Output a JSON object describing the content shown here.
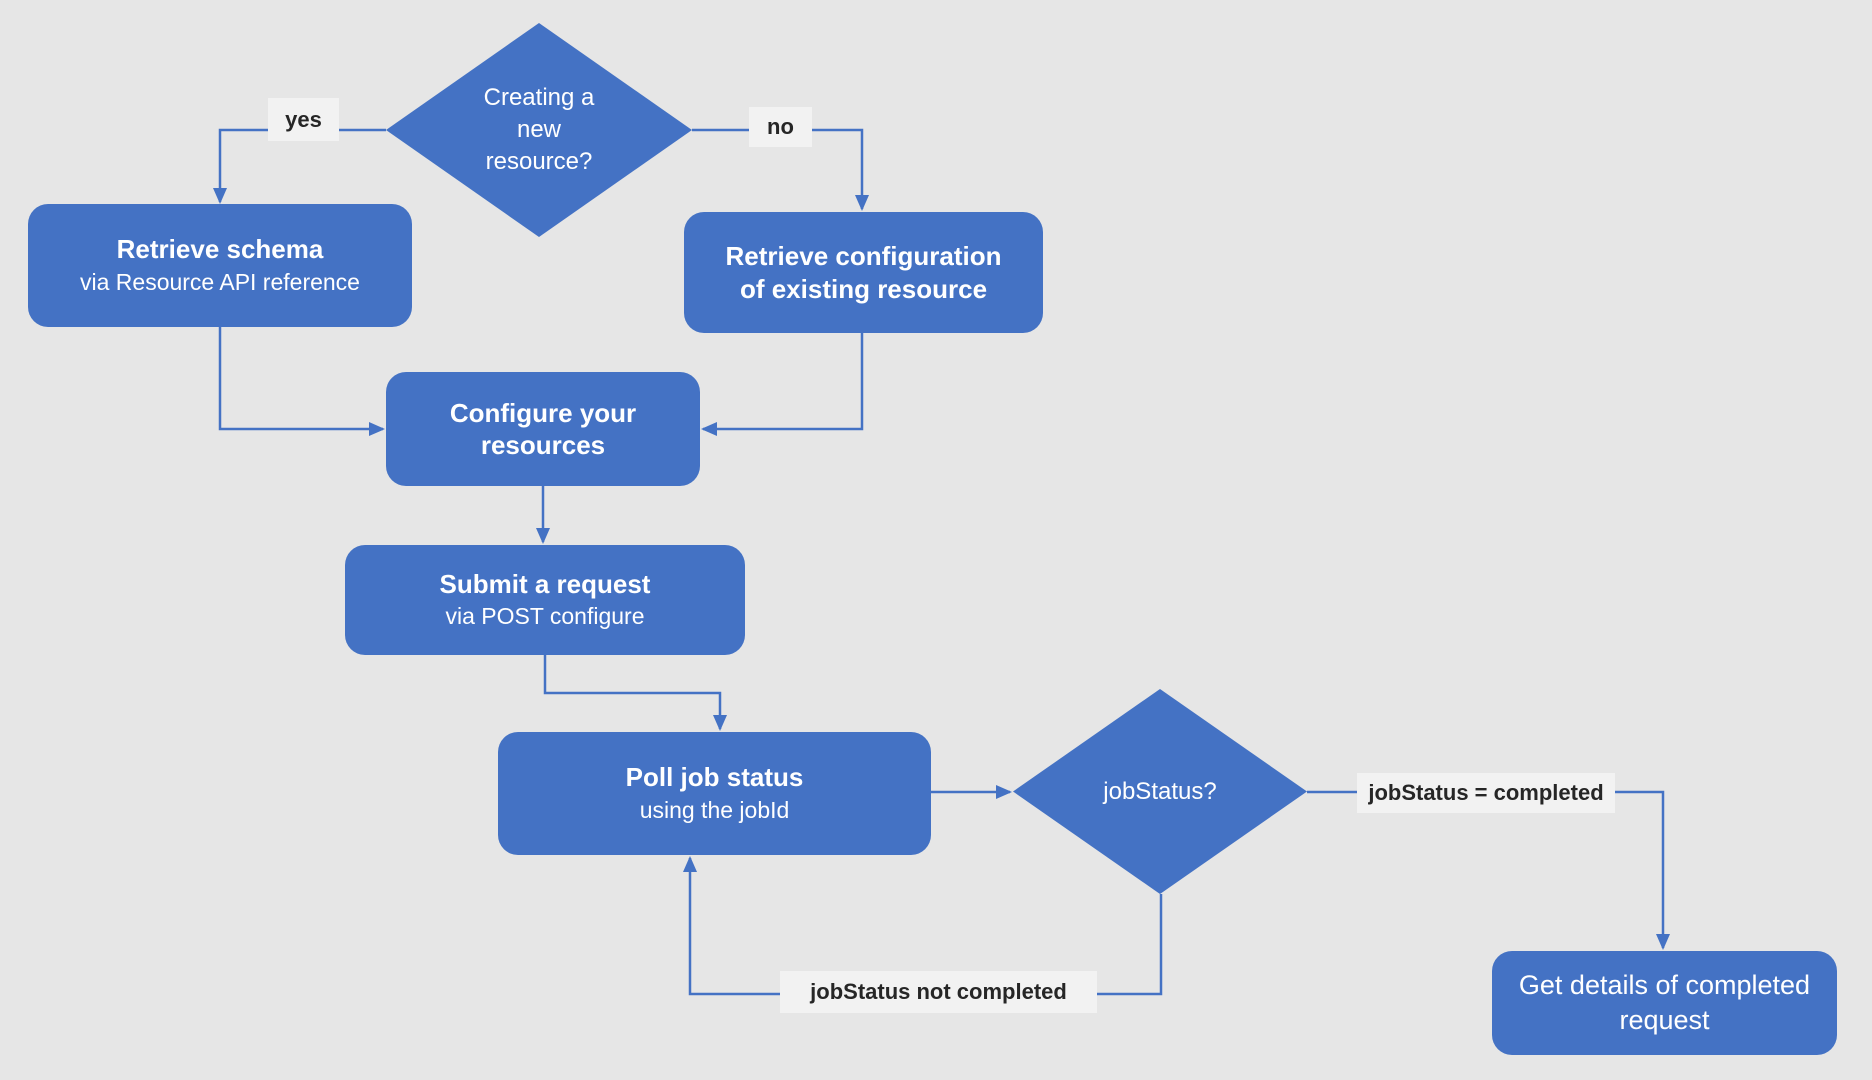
{
  "colors": {
    "page_background": "#e6e6e6",
    "shape_fill": "#4472c4",
    "shape_text": "#ffffff",
    "connector": "#4472c4",
    "label_background": "#f2f2f2",
    "label_text": "#262626"
  },
  "nodes": {
    "start_decision": {
      "question": "Creating a\nnew\nresource?"
    },
    "retrieve_schema": {
      "title": "Retrieve schema",
      "subtitle": "via Resource API reference"
    },
    "retrieve_config": {
      "title": "Retrieve configuration\nof existing resource"
    },
    "configure": {
      "title": "Configure your\nresources"
    },
    "submit": {
      "title": "Submit a request",
      "subtitle": "via POST configure"
    },
    "poll": {
      "title": "Poll job status",
      "subtitle": "using the jobId"
    },
    "job_status_decision": {
      "question": "jobStatus?"
    },
    "get_details": {
      "title": "Get details of completed\nrequest"
    }
  },
  "edge_labels": {
    "yes": "yes",
    "no": "no",
    "completed": "jobStatus = completed",
    "not_completed": "jobStatus not completed"
  },
  "edges": [
    {
      "from": "start_decision",
      "to": "retrieve_schema",
      "label": "yes"
    },
    {
      "from": "start_decision",
      "to": "retrieve_config",
      "label": "no"
    },
    {
      "from": "retrieve_schema",
      "to": "configure",
      "label": ""
    },
    {
      "from": "retrieve_config",
      "to": "configure",
      "label": ""
    },
    {
      "from": "configure",
      "to": "submit",
      "label": ""
    },
    {
      "from": "submit",
      "to": "poll",
      "label": ""
    },
    {
      "from": "poll",
      "to": "job_status_decision",
      "label": ""
    },
    {
      "from": "job_status_decision",
      "to": "get_details",
      "label": "jobStatus = completed"
    },
    {
      "from": "job_status_decision",
      "to": "poll",
      "label": "jobStatus not completed"
    }
  ]
}
